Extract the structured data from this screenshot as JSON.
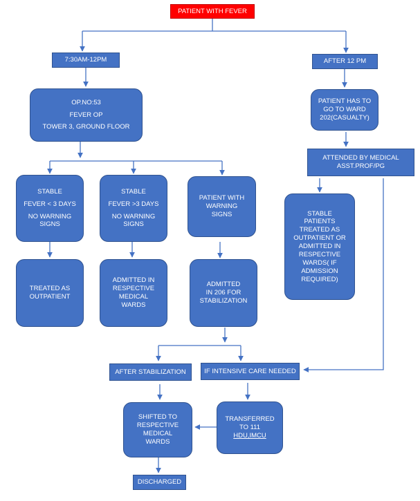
{
  "flowchart": {
    "colors": {
      "box": "#4472c4",
      "border": "#2f528f",
      "start": "#ff0000",
      "connector": "#4472c4"
    },
    "nodes": {
      "start": "PATIENT WITH FEVER",
      "morning": "7:30AM-12PM",
      "afternoon": "AFTER 12 PM",
      "fever_op": {
        "line1": "OP.NO:53",
        "line2": "FEVER OP",
        "line3": "TOWER 3, GROUND FLOOR"
      },
      "ward_202": {
        "line1": "PATIENT HAS TO",
        "line2": "GO TO WARD",
        "line3": "202(CASUALTY)"
      },
      "attended": {
        "line1": "ATTENDED BY MEDICAL",
        "line2": "ASST.PROF/PG"
      },
      "stable_short": {
        "line1": "STABLE",
        "line2": "FEVER < 3 DAYS",
        "line3": "NO WARNING",
        "line4": "SIGNS"
      },
      "stable_long": {
        "line1": "STABLE",
        "line2": "FEVER >3 DAYS",
        "line3": "NO WARNING",
        "line4": "SIGNS"
      },
      "warning": {
        "line1": "PATIENT WITH",
        "line2": "WARNING",
        "line3": "SIGNS"
      },
      "stable_patients": {
        "line1": "STABLE",
        "line2": "PATIENTS",
        "line3": "TREATED AS",
        "line4": "OUTPATIENT OR",
        "line5": "ADMITTED IN",
        "line6": "RESPECTIVE",
        "line7": "WARDS( IF",
        "line8": "ADMISSION",
        "line9": "REQUIRED)"
      },
      "outpatient": {
        "line1": "TREATED AS",
        "line2": "OUTPATIENT"
      },
      "admitted_wards": {
        "line1": "ADMITTED IN",
        "line2": "RESPECTIVE",
        "line3": "MEDICAL",
        "line4": "WARDS"
      },
      "admitted_206": {
        "line1": "ADMITTED",
        "line2": "IN 206 FOR",
        "line3": "STABILIZATION"
      },
      "after_stab": "AFTER STABILIZATION",
      "intensive": "IF INTENSIVE CARE NEEDED",
      "shifted": {
        "line1": "SHIFTED TO",
        "line2": "RESPECTIVE",
        "line3": "MEDICAL",
        "line4": "WARDS"
      },
      "transferred": {
        "line1": "TRANSFERRED",
        "line2": "TO 111",
        "line3": "HDU,IMCU"
      },
      "discharged": "DISCHARGED"
    }
  }
}
